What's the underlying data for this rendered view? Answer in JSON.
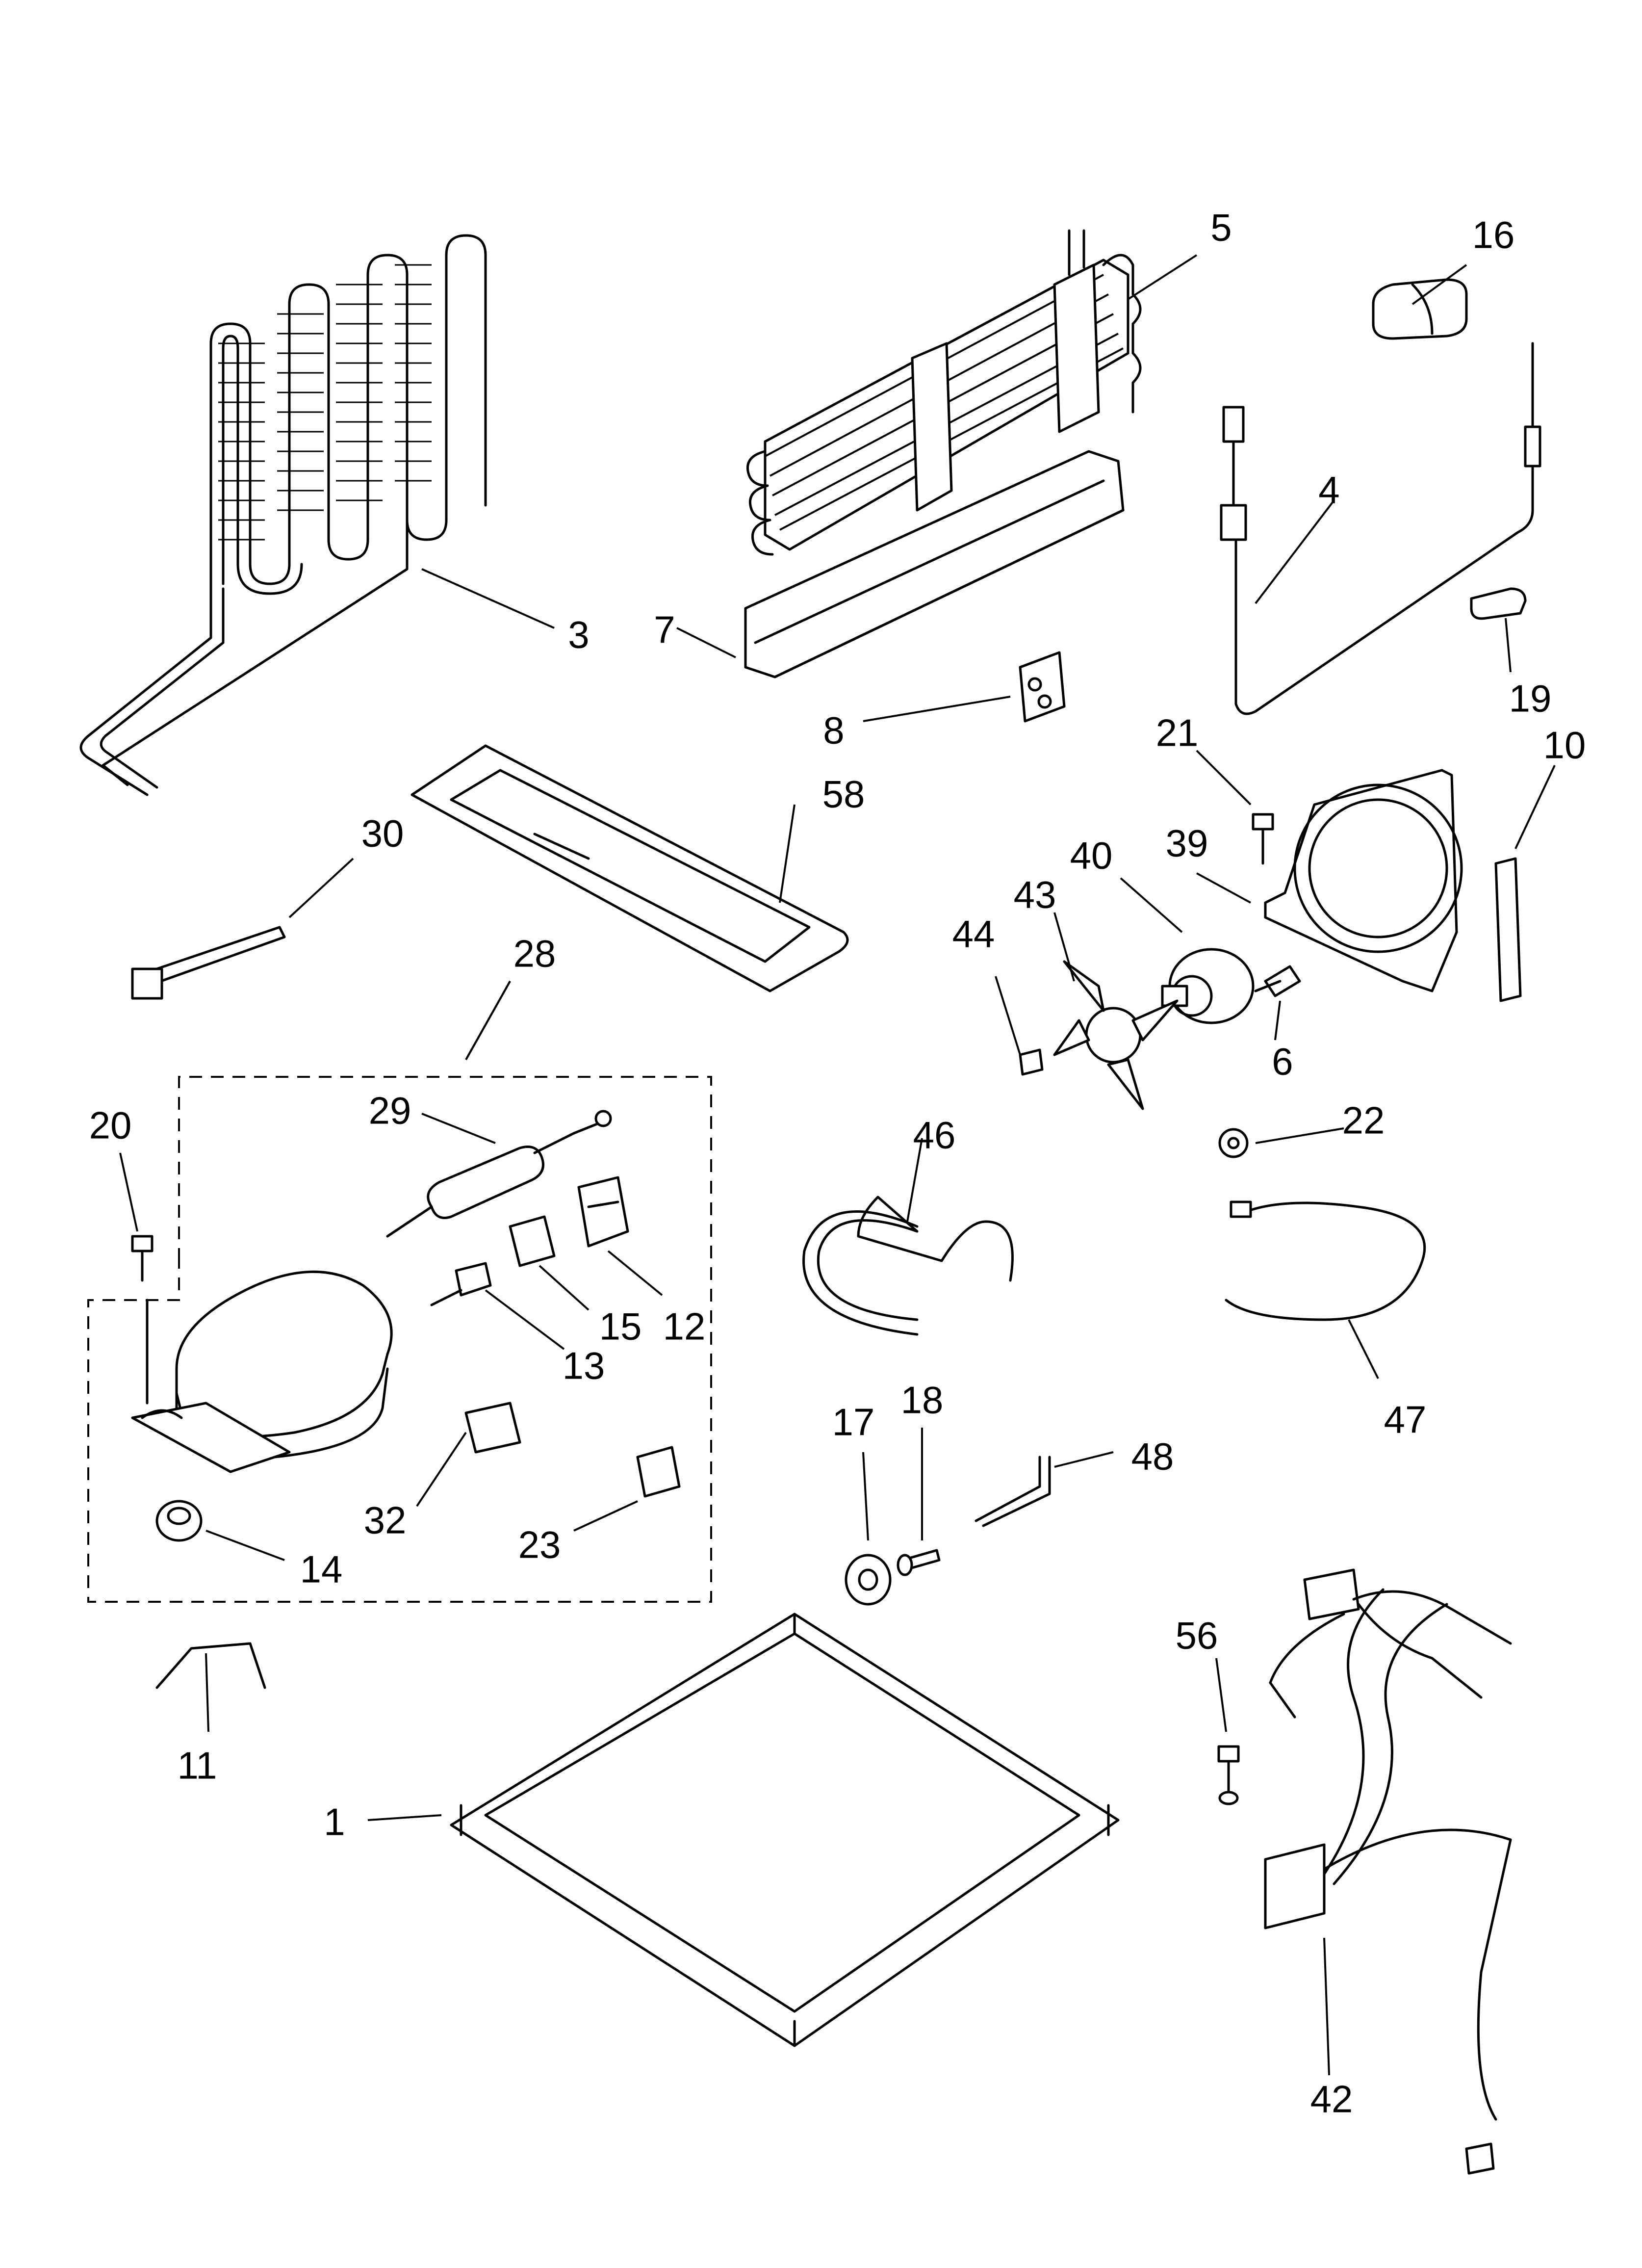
{
  "diagram": {
    "callouts": [
      {
        "id": "c1",
        "text": "1"
      },
      {
        "id": "c3",
        "text": "3"
      },
      {
        "id": "c4",
        "text": "4"
      },
      {
        "id": "c5",
        "text": "5"
      },
      {
        "id": "c6",
        "text": "6"
      },
      {
        "id": "c7",
        "text": "7"
      },
      {
        "id": "c8",
        "text": "8"
      },
      {
        "id": "c10",
        "text": "10"
      },
      {
        "id": "c11",
        "text": "11"
      },
      {
        "id": "c12",
        "text": "12"
      },
      {
        "id": "c13",
        "text": "13"
      },
      {
        "id": "c14",
        "text": "14"
      },
      {
        "id": "c15",
        "text": "15"
      },
      {
        "id": "c16",
        "text": "16"
      },
      {
        "id": "c17",
        "text": "17"
      },
      {
        "id": "c18",
        "text": "18"
      },
      {
        "id": "c19",
        "text": "19"
      },
      {
        "id": "c20",
        "text": "20"
      },
      {
        "id": "c21",
        "text": "21"
      },
      {
        "id": "c22",
        "text": "22"
      },
      {
        "id": "c23",
        "text": "23"
      },
      {
        "id": "c28",
        "text": "28"
      },
      {
        "id": "c29",
        "text": "29"
      },
      {
        "id": "c30",
        "text": "30"
      },
      {
        "id": "c32",
        "text": "32"
      },
      {
        "id": "c39",
        "text": "39"
      },
      {
        "id": "c40",
        "text": "40"
      },
      {
        "id": "c42",
        "text": "42"
      },
      {
        "id": "c43",
        "text": "43"
      },
      {
        "id": "c44",
        "text": "44"
      },
      {
        "id": "c46",
        "text": "46"
      },
      {
        "id": "c47",
        "text": "47"
      },
      {
        "id": "c48",
        "text": "48"
      },
      {
        "id": "c56",
        "text": "56"
      },
      {
        "id": "c58",
        "text": "58"
      }
    ]
  }
}
